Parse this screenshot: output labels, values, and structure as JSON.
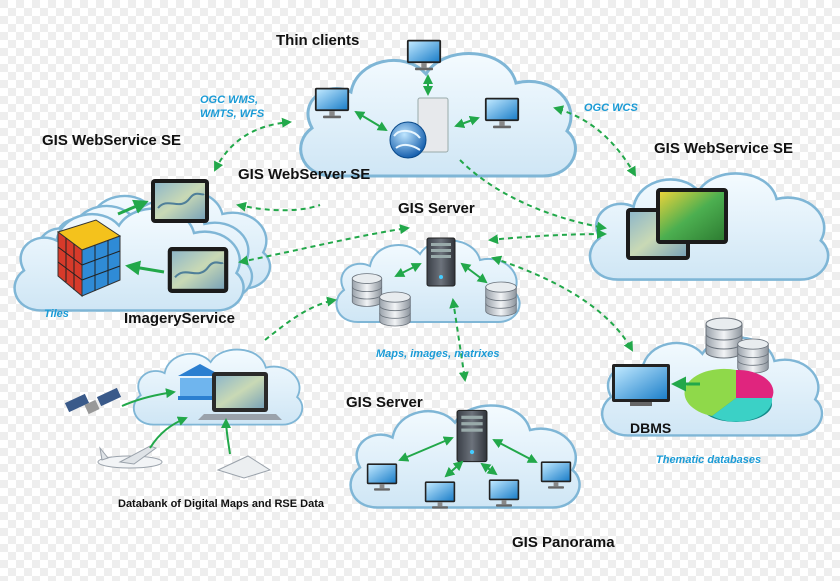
{
  "background": "checker",
  "colors": {
    "cloud_fill": "#dff0fa",
    "cloud_stroke": "#7fb6d6",
    "arrow": "#22a84a",
    "protocol_text": "#1a9bd6",
    "title_text": "#111111"
  },
  "labels": {
    "thin_clients": "Thin clients",
    "gis_webservice_left": "GIS WebService SE",
    "gis_webservice_right": "GIS WebService SE",
    "gis_webserver": "GIS WebServer SE",
    "gis_server_top": "GIS Server",
    "gis_server_bottom": "GIS Server",
    "imagery_service": "ImageryService",
    "tiles": "Tiles",
    "maps_images_matrixes": "Maps, images, matrixes",
    "databank": "Databank of Digital Maps and RSE Data",
    "gis_panorama": "GIS Panorama",
    "dbms": "DBMS",
    "thematic_databases": "Thematic databases",
    "ogc_wms_line1": "OGC WMS,",
    "ogc_wms_line2": "WMTS, WFS",
    "ogc_wcs": "OGC WCS"
  },
  "icons": [
    "globe-icon",
    "server-icon",
    "monitor-icon",
    "tablet-map-icon",
    "rubiks-cube-icon",
    "database-icon",
    "satellite-icon",
    "airplane-icon",
    "drone-icon",
    "museum-icon",
    "laptop-icon",
    "pie-chart-icon"
  ]
}
